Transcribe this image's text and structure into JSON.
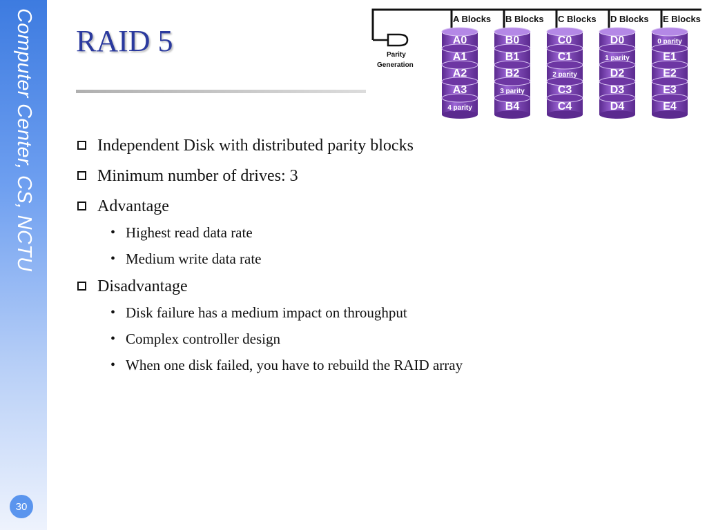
{
  "sidebar": {
    "text": "Computer Center, CS, NCTU",
    "page_number": "30"
  },
  "title": "RAID 5",
  "diagram": {
    "parity_label_1": "Parity",
    "parity_label_2": "Generation",
    "disks": [
      {
        "header": "A Blocks",
        "blocks": [
          "A0",
          "A1",
          "A2",
          "A3",
          "4 parity"
        ]
      },
      {
        "header": "B Blocks",
        "blocks": [
          "B0",
          "B1",
          "B2",
          "3 parity",
          "B4"
        ]
      },
      {
        "header": "C Blocks",
        "blocks": [
          "C0",
          "C1",
          "2 parity",
          "C3",
          "C4"
        ]
      },
      {
        "header": "D Blocks",
        "blocks": [
          "D0",
          "1 parity",
          "D2",
          "D3",
          "D4"
        ]
      },
      {
        "header": "E Blocks",
        "blocks": [
          "0 parity",
          "E1",
          "E2",
          "E3",
          "E4"
        ]
      }
    ]
  },
  "bullets": {
    "b1": "Independent Disk with distributed parity blocks",
    "b2": "Minimum number of drives: 3",
    "b3": "Advantage",
    "b3_1": "Highest read data rate",
    "b3_2": "Medium write data rate",
    "b4": "Disadvantage",
    "b4_1": "Disk failure has a medium impact on throughput",
    "b4_2": "Complex controller design",
    "b4_3": "When one disk failed, you have to rebuild the RAID array"
  },
  "colors": {
    "title": "#2b3a9e",
    "disk": "#7b3fb5",
    "sidebar": "#3d7be0"
  }
}
